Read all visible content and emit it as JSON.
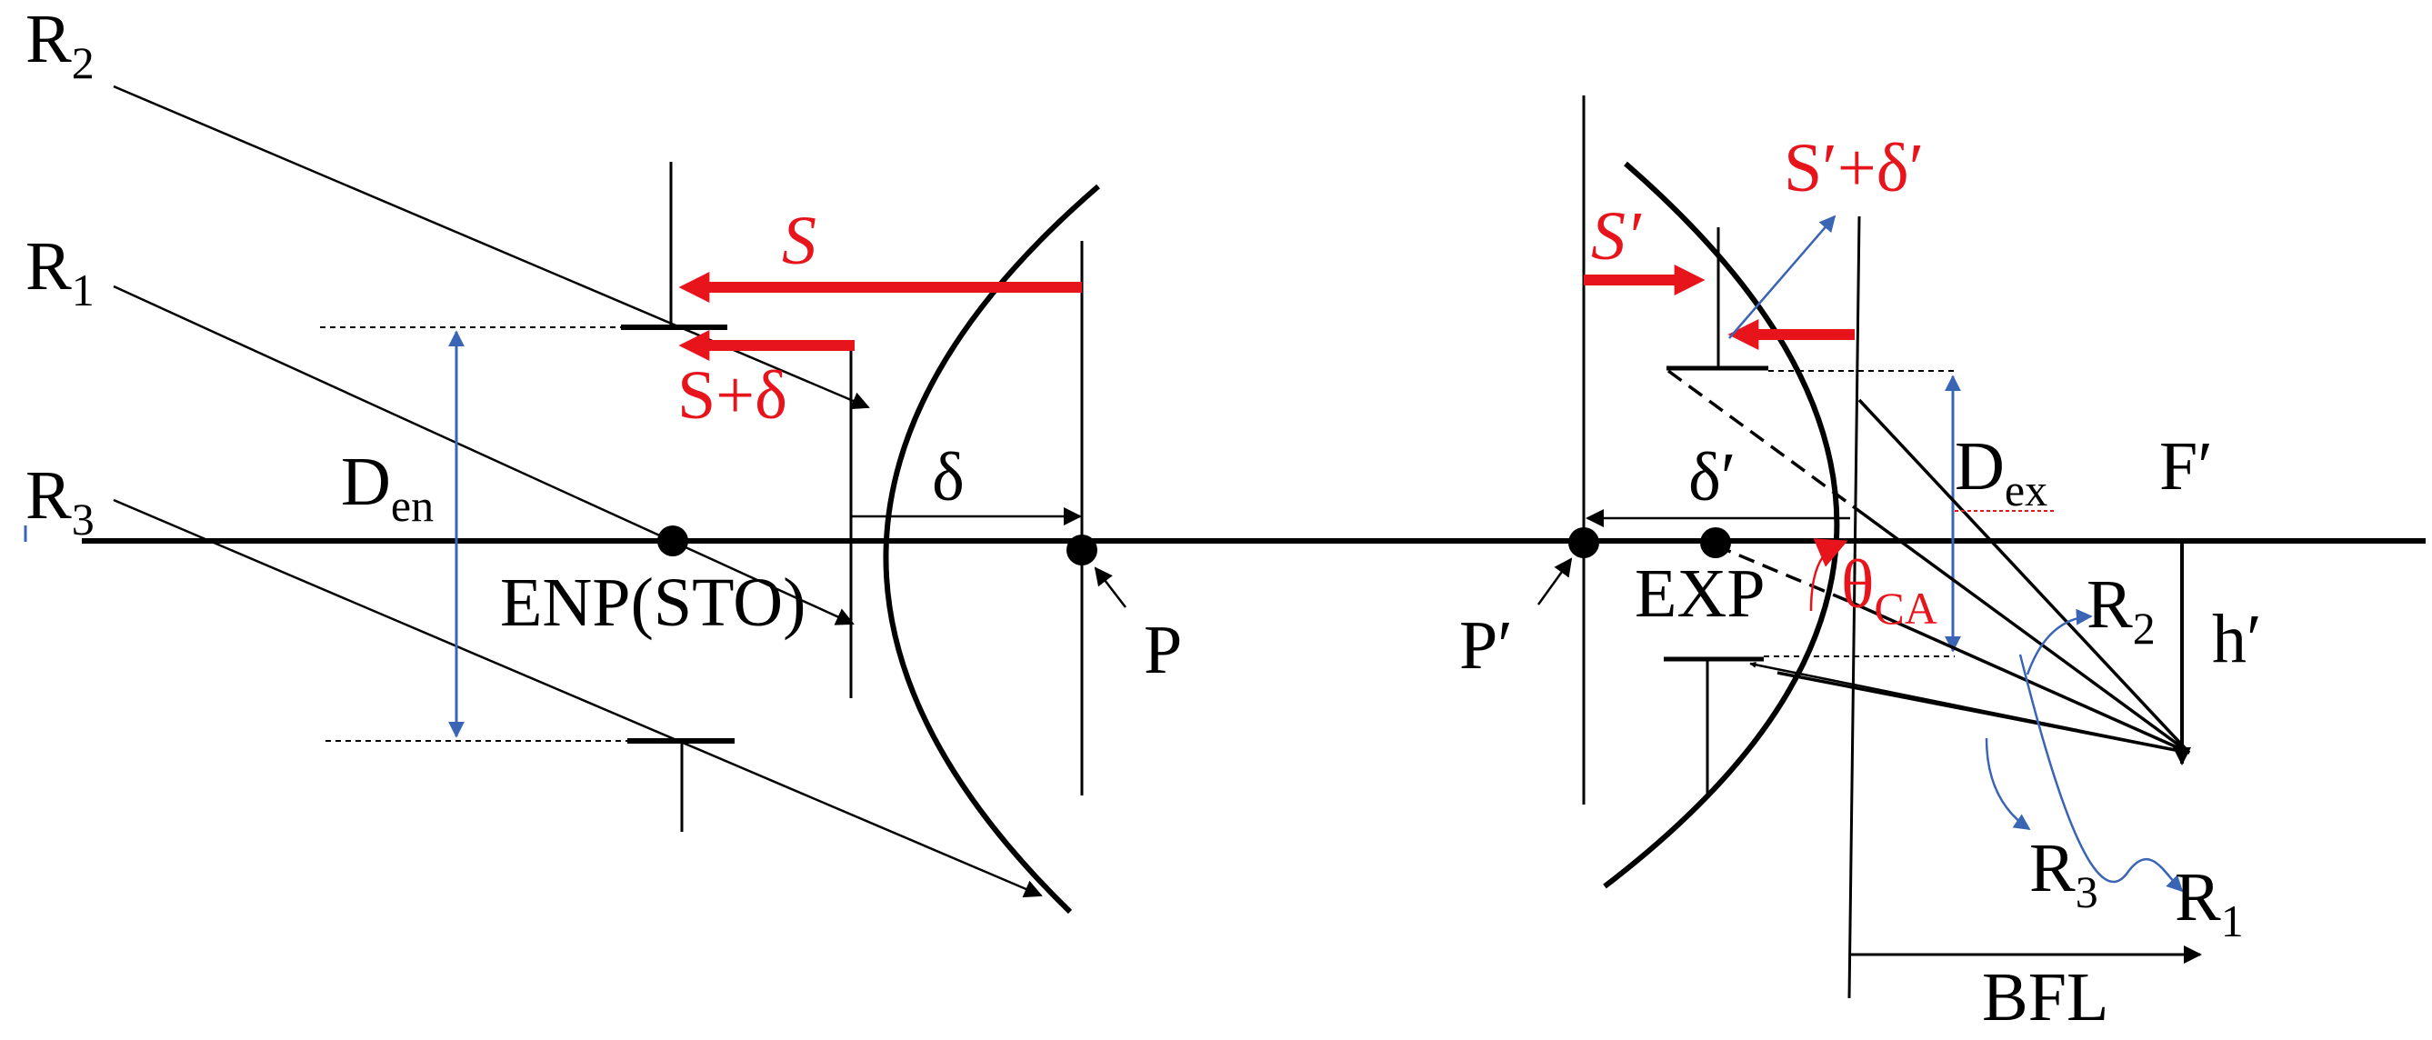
{
  "colors": {
    "line": "#000000",
    "accent_red": "#e8141c",
    "accent_blue": "#3a64b4",
    "background": "#ffffff"
  },
  "labels": {
    "r2_left": {
      "main": "R",
      "sub": "2"
    },
    "r1_left": {
      "main": "R",
      "sub": "1"
    },
    "r3_left": {
      "main": "R",
      "sub": "3"
    },
    "d_en": {
      "main": "D",
      "sub": "en"
    },
    "s": "S",
    "s_plus_delta": "S+δ",
    "delta": "δ",
    "enp_sto": "ENP(STO)",
    "p": "P",
    "s_prime_plus_delta_prime": "S′+δ′",
    "s_prime": "S′",
    "delta_prime": "δ′",
    "d_ex": {
      "main": "D",
      "sub": "ex"
    },
    "f_prime": "F′",
    "p_prime": "P′",
    "exp": "EXP",
    "theta_ca": {
      "main": "θ",
      "sub": "CA"
    },
    "r2_right": {
      "main": "R",
      "sub": "2"
    },
    "h_prime": "h′",
    "r3_right": {
      "main": "R",
      "sub": "3"
    },
    "r1_right": {
      "main": "R",
      "sub": "1"
    },
    "bfl": "BFL"
  }
}
